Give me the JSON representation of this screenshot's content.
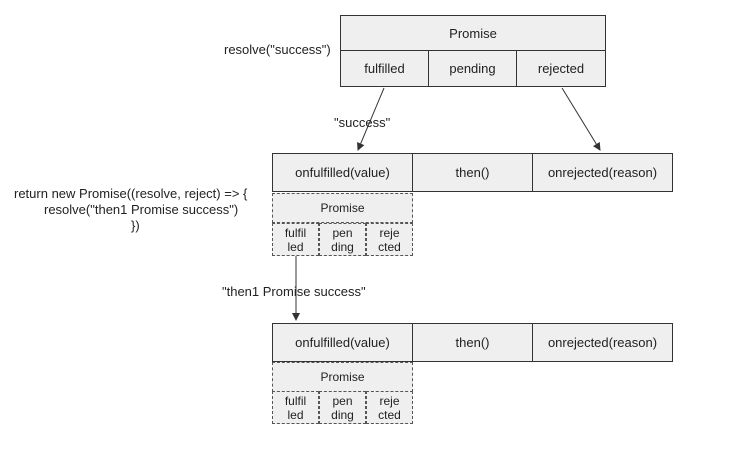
{
  "promise_top": {
    "title": "Promise",
    "states": [
      "fulfilled",
      "pending",
      "rejected"
    ]
  },
  "resolve_call": "resolve(\"success\")",
  "success_label": "\"success\"",
  "then_row": {
    "onfulfilled": "onfulfilled(value)",
    "then": "then()",
    "onrejected": "onrejected(reason)"
  },
  "inner_promise": {
    "title": "Promise",
    "states": [
      "fulfil\nled",
      "pen\nding",
      "reje\ncted"
    ]
  },
  "code": {
    "line1": "return new Promise((resolve, reject) => {",
    "line2": "resolve(\"then1 Promise success\")",
    "line3": "})"
  },
  "then1_label": "\"then1 Promise success\""
}
